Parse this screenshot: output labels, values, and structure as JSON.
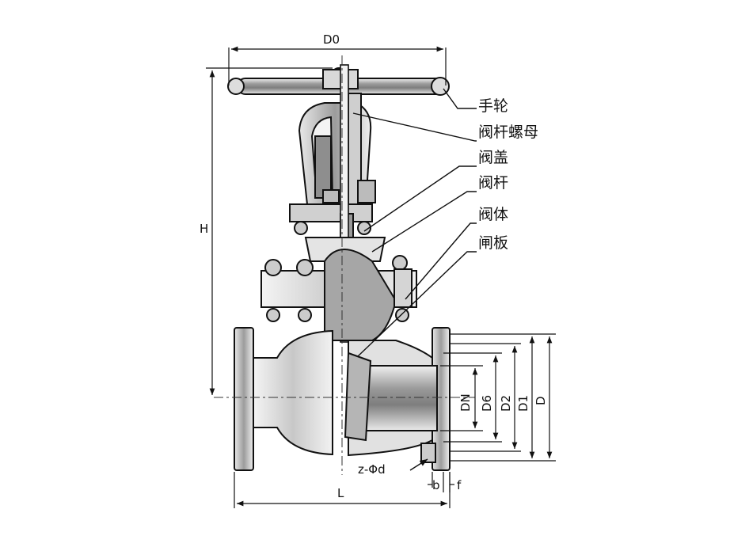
{
  "dimensions": {
    "d0": "D0",
    "h": "H",
    "l": "L",
    "dn": "DN",
    "d6": "D6",
    "d2": "D2",
    "d1": "D1",
    "d": "D",
    "b": "b",
    "f": "f",
    "holes": "z-Φd"
  },
  "parts": {
    "handwheel": "手轮",
    "stem_nut": "阀杆螺母",
    "bonnet": "阀盖",
    "stem": "阀杆",
    "body": "阀体",
    "gate": "闸板"
  },
  "colors": {
    "line": "#111111",
    "shade_dark": "#8a8a8a",
    "shade_mid": "#bdbdbd",
    "shade_light": "#e6e6e6"
  }
}
